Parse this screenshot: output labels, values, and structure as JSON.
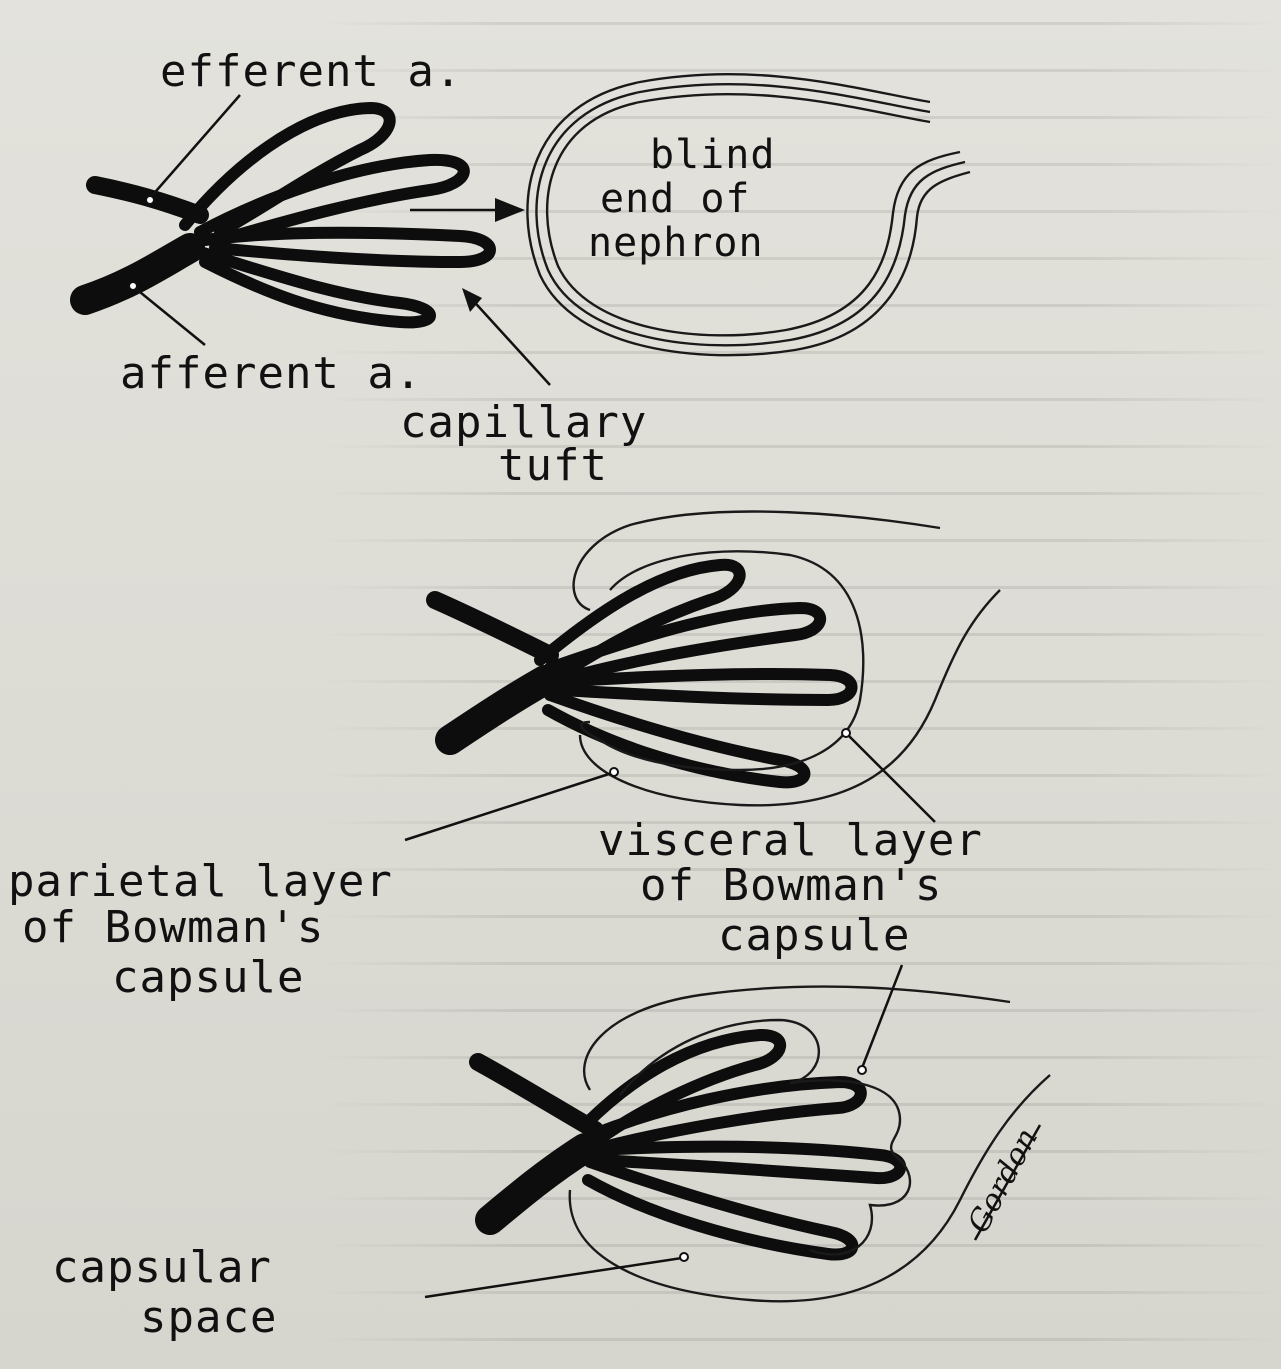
{
  "labels": {
    "efferent": "efferent a.",
    "afferent": "afferent a.",
    "capillary_line1": "capillary",
    "capillary_line2": "tuft",
    "blind_line1": "blind",
    "blind_line2": "end of",
    "blind_line3": "nephron",
    "visceral_line1": "visceral layer",
    "visceral_line2": "of Bowman's",
    "visceral_line3": "capsule",
    "parietal_line1": "parietal layer",
    "parietal_line2": "of Bowman's",
    "parietal_line3": "capsule",
    "space_line1": "capsular",
    "space_line2": "space",
    "signature": "Gordon"
  },
  "colors": {
    "ink": "#111111",
    "paper": "#dddcd5"
  }
}
